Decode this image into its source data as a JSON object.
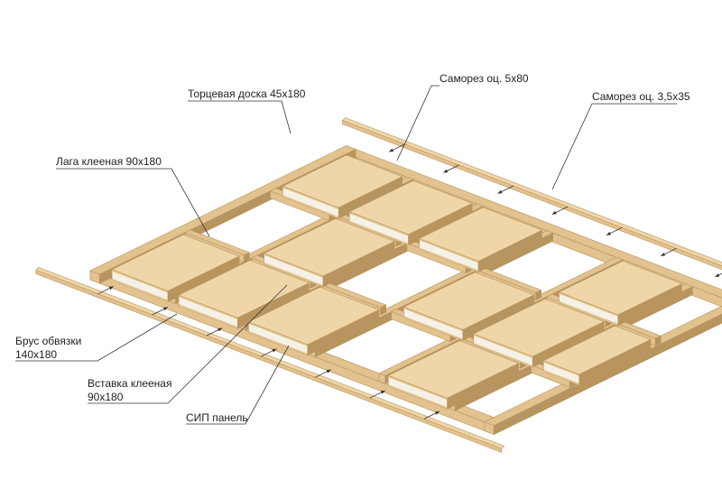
{
  "colors": {
    "wood": "#e2c28e",
    "wood_light": "#efd6a8",
    "wood_edge": "#b8945e",
    "panel_core": "#f6f1e6",
    "line": "#333333"
  },
  "labels": {
    "end_board": "Торцевая доска 45x180",
    "joist": "Лага клееная 90x180",
    "screw_5x80": "Саморез оц. 5x80",
    "screw_35x35": "Саморез оц. 3,5x35",
    "beam_line1": "Брус обвязки",
    "beam_line2": "140x180",
    "insert_line1": "Вставка клееная",
    "insert_line2": "90x180",
    "sip": "СИП панель"
  }
}
